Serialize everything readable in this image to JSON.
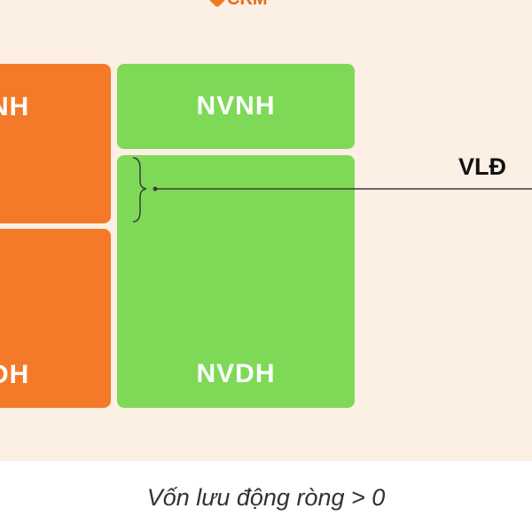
{
  "logo": {
    "text": "CRM",
    "brand_color": "#e86a17"
  },
  "boxes": {
    "orange_top_label": "NH",
    "orange_bottom_label": "DH",
    "green_top_label": "NVNH",
    "green_bottom_label": "NVDH"
  },
  "annotation": {
    "label": "VLĐ"
  },
  "caption": "Vốn lưu động ròng > 0",
  "colors": {
    "background": "#fcefe4",
    "orange": "#f47a2a",
    "green": "#7ed957",
    "text_on_box": "#ffffff"
  }
}
